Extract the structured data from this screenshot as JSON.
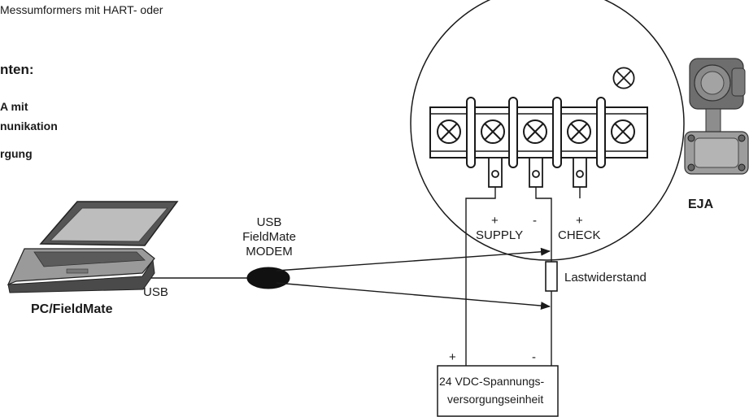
{
  "intro": {
    "top_line": "Messumformers mit HART- oder",
    "heading": "nten:",
    "items": [
      "A mit",
      "nunikation",
      "rgung"
    ]
  },
  "diagram": {
    "device_label": "EJA",
    "pc_label": "PC/FieldMate",
    "usb_cable_label": "USB",
    "modem_label_lines": [
      "USB",
      "FieldMate",
      "MODEM"
    ],
    "terminals": [
      {
        "sign": "+",
        "name": "SUPPLY"
      },
      {
        "sign": "-",
        "name": ""
      },
      {
        "sign": "+",
        "name": "CHECK"
      }
    ],
    "resistor_label": "Lastwiderstand",
    "power_supply": {
      "plus": "+",
      "minus": "-",
      "label_lines": [
        "24 VDC-Spannungs-",
        "versorgungseinheit"
      ]
    }
  },
  "colors": {
    "line": "#1a1a1a",
    "modem": "#111111"
  }
}
